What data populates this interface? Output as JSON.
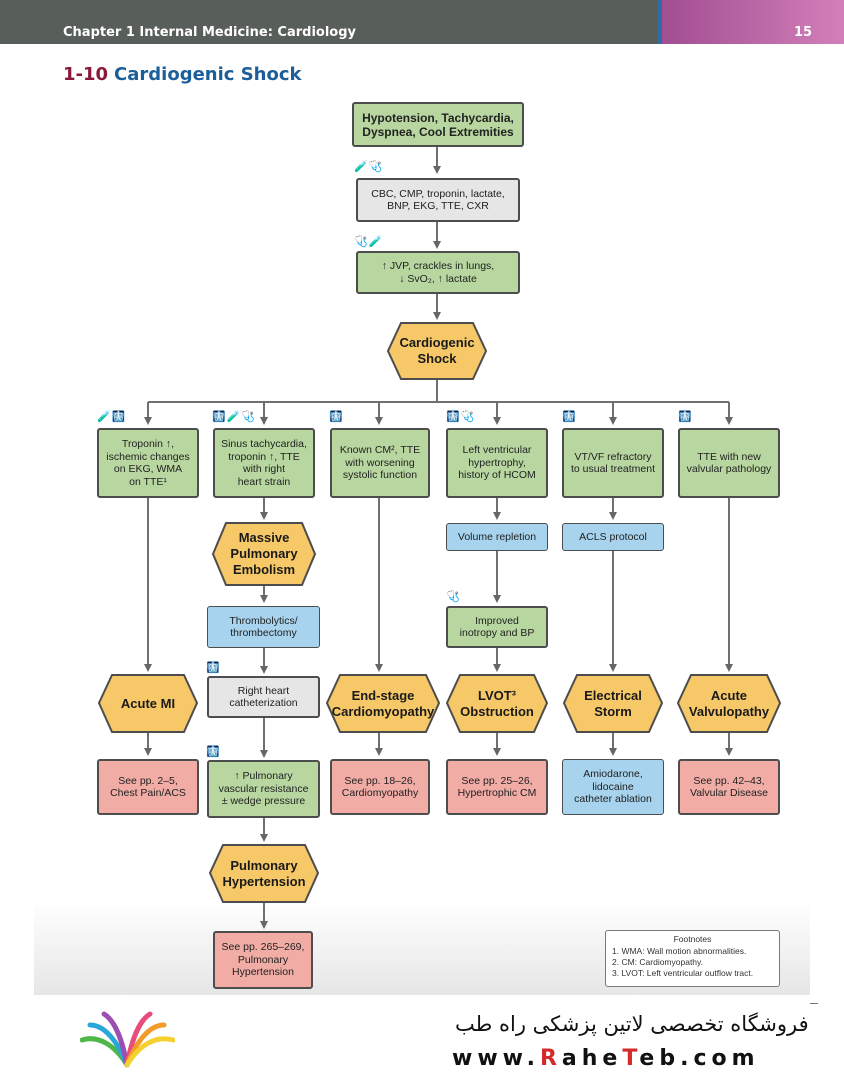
{
  "header": {
    "chapter": "Chapter 1  Internal Medicine: Cardiology",
    "page_number": "15"
  },
  "title": {
    "number": "1-10",
    "text": "Cardiogenic Shock"
  },
  "flow": {
    "top": "Hypotension, Tachycardia,\nDyspnea, Cool Extremities",
    "labs": "CBC, CMP, troponin, lactate,\nBNP, EKG, TTE, CXR",
    "exam": "↑ JVP, crackles in lungs,\n↓ SvO₂, ↑ lactate",
    "shock": "Cardiogenic\nShock",
    "b1_finding": "Troponin ↑,\nischemic changes\non EKG, WMA\non TTE¹",
    "b1_dx": "Acute MI",
    "b1_see": "See pp. 2–5,\nChest Pain/ACS",
    "b2_finding": "Sinus tachycardia,\ntroponin ↑, TTE\nwith right\nheart strain",
    "b2_pe": "Massive\nPulmonary\nEmbolism",
    "b2_tx": "Thrombolytics/\nthrombectomy",
    "b2_cath": "Right heart\ncatheterization",
    "b2_pvr": "↑ Pulmonary\nvascular resistance\n± wedge pressure",
    "b2_dx": "Pulmonary\nHypertension",
    "b2_see": "See pp. 265–269,\nPulmonary\nHypertension",
    "b3_finding": "Known CM², TTE\nwith worsening\nsystolic function",
    "b3_dx": "End-stage\nCardiomyopathy",
    "b3_see": "See pp. 18–26,\nCardiomyopathy",
    "b4_finding": "Left ventricular\nhypertrophy,\nhistory of HCOM",
    "b4_tx": "Volume repletion",
    "b4_result": "Improved\ninotropy and BP",
    "b4_dx": "LVOT³\nObstruction",
    "b4_see": "See pp. 25–26,\nHypertrophic CM",
    "b5_finding": "VT/VF refractory\nto usual treatment",
    "b5_tx": "ACLS protocol",
    "b5_dx": "Electrical\nStorm",
    "b5_see": "Amiodarone,\nlidocaine\ncatheter ablation",
    "b6_finding": "TTE with new\nvalvular pathology",
    "b6_dx": "Acute\nValvulopathy",
    "b6_see": "See pp. 42–43,\nValvular Disease"
  },
  "icons": {
    "labs": "🧪🩺",
    "exam": "🩺🧪",
    "b1": "🧪🩻",
    "b2": "🩻🧪🩺",
    "b3": "🩻",
    "b4": "🩻🩺",
    "b5": "🩻",
    "b6": "🩻",
    "b4_result": "🩺",
    "b2_cath": "🩻",
    "b2_pvr": "🩻"
  },
  "footnotes": {
    "heading": "Footnotes",
    "items": [
      "1. WMA: Wall motion abnormalities.",
      "2. CM: Cardiomyopathy.",
      "3. LVOT: Left ventricular outflow tract."
    ]
  },
  "watermark": {
    "persian": "فروشگاه تخصصی لاتین پزشکی  راه طب",
    "url_prefix": "www.",
    "url_r1": "R",
    "url_mid": "ahe",
    "url_r2": "T",
    "url_end": "eb.com"
  },
  "colors": {
    "finding_green": "#b8d7a0",
    "diagnosis_yellow": "#f6c867",
    "treatment_blue": "#a7d3ee",
    "reference_pink": "#f1aca6",
    "test_gray": "#e6e6e6",
    "title_number": "#8a1a35",
    "title_text": "#1b5e9a"
  }
}
